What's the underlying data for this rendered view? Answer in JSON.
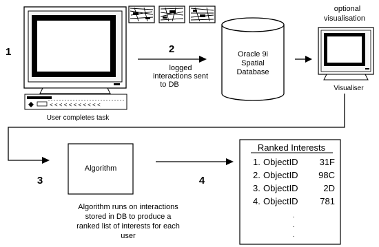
{
  "steps": {
    "step1": "1",
    "step2": "2",
    "step3": "3",
    "step4": "4"
  },
  "user_station": {
    "caption": "User completes task"
  },
  "transfer": {
    "line1": "logged",
    "line2": "interactions sent",
    "line3": "to DB"
  },
  "database": {
    "line1": "Oracle 9i",
    "line2": "Spatial",
    "line3": "Database"
  },
  "visualiser": {
    "heading_line1": "optional",
    "heading_line2": "visualisation",
    "caption": "Visualiser"
  },
  "algorithm": {
    "box_label": "Algorithm",
    "desc_line1": "Algorithm runs on interactions",
    "desc_line2": "stored in DB to produce a",
    "desc_line3": "ranked list of interests for each",
    "desc_line4": "user"
  },
  "ranked": {
    "title": "Ranked Interests",
    "items": [
      {
        "index": "1.",
        "name": "ObjectID",
        "id": "31F"
      },
      {
        "index": "2.",
        "name": "ObjectID",
        "id": "98C"
      },
      {
        "index": "3.",
        "name": "ObjectID",
        "id": "2D"
      },
      {
        "index": "4.",
        "name": "ObjectID",
        "id": "781"
      }
    ],
    "continuation": [
      "·",
      "·",
      "·"
    ]
  }
}
